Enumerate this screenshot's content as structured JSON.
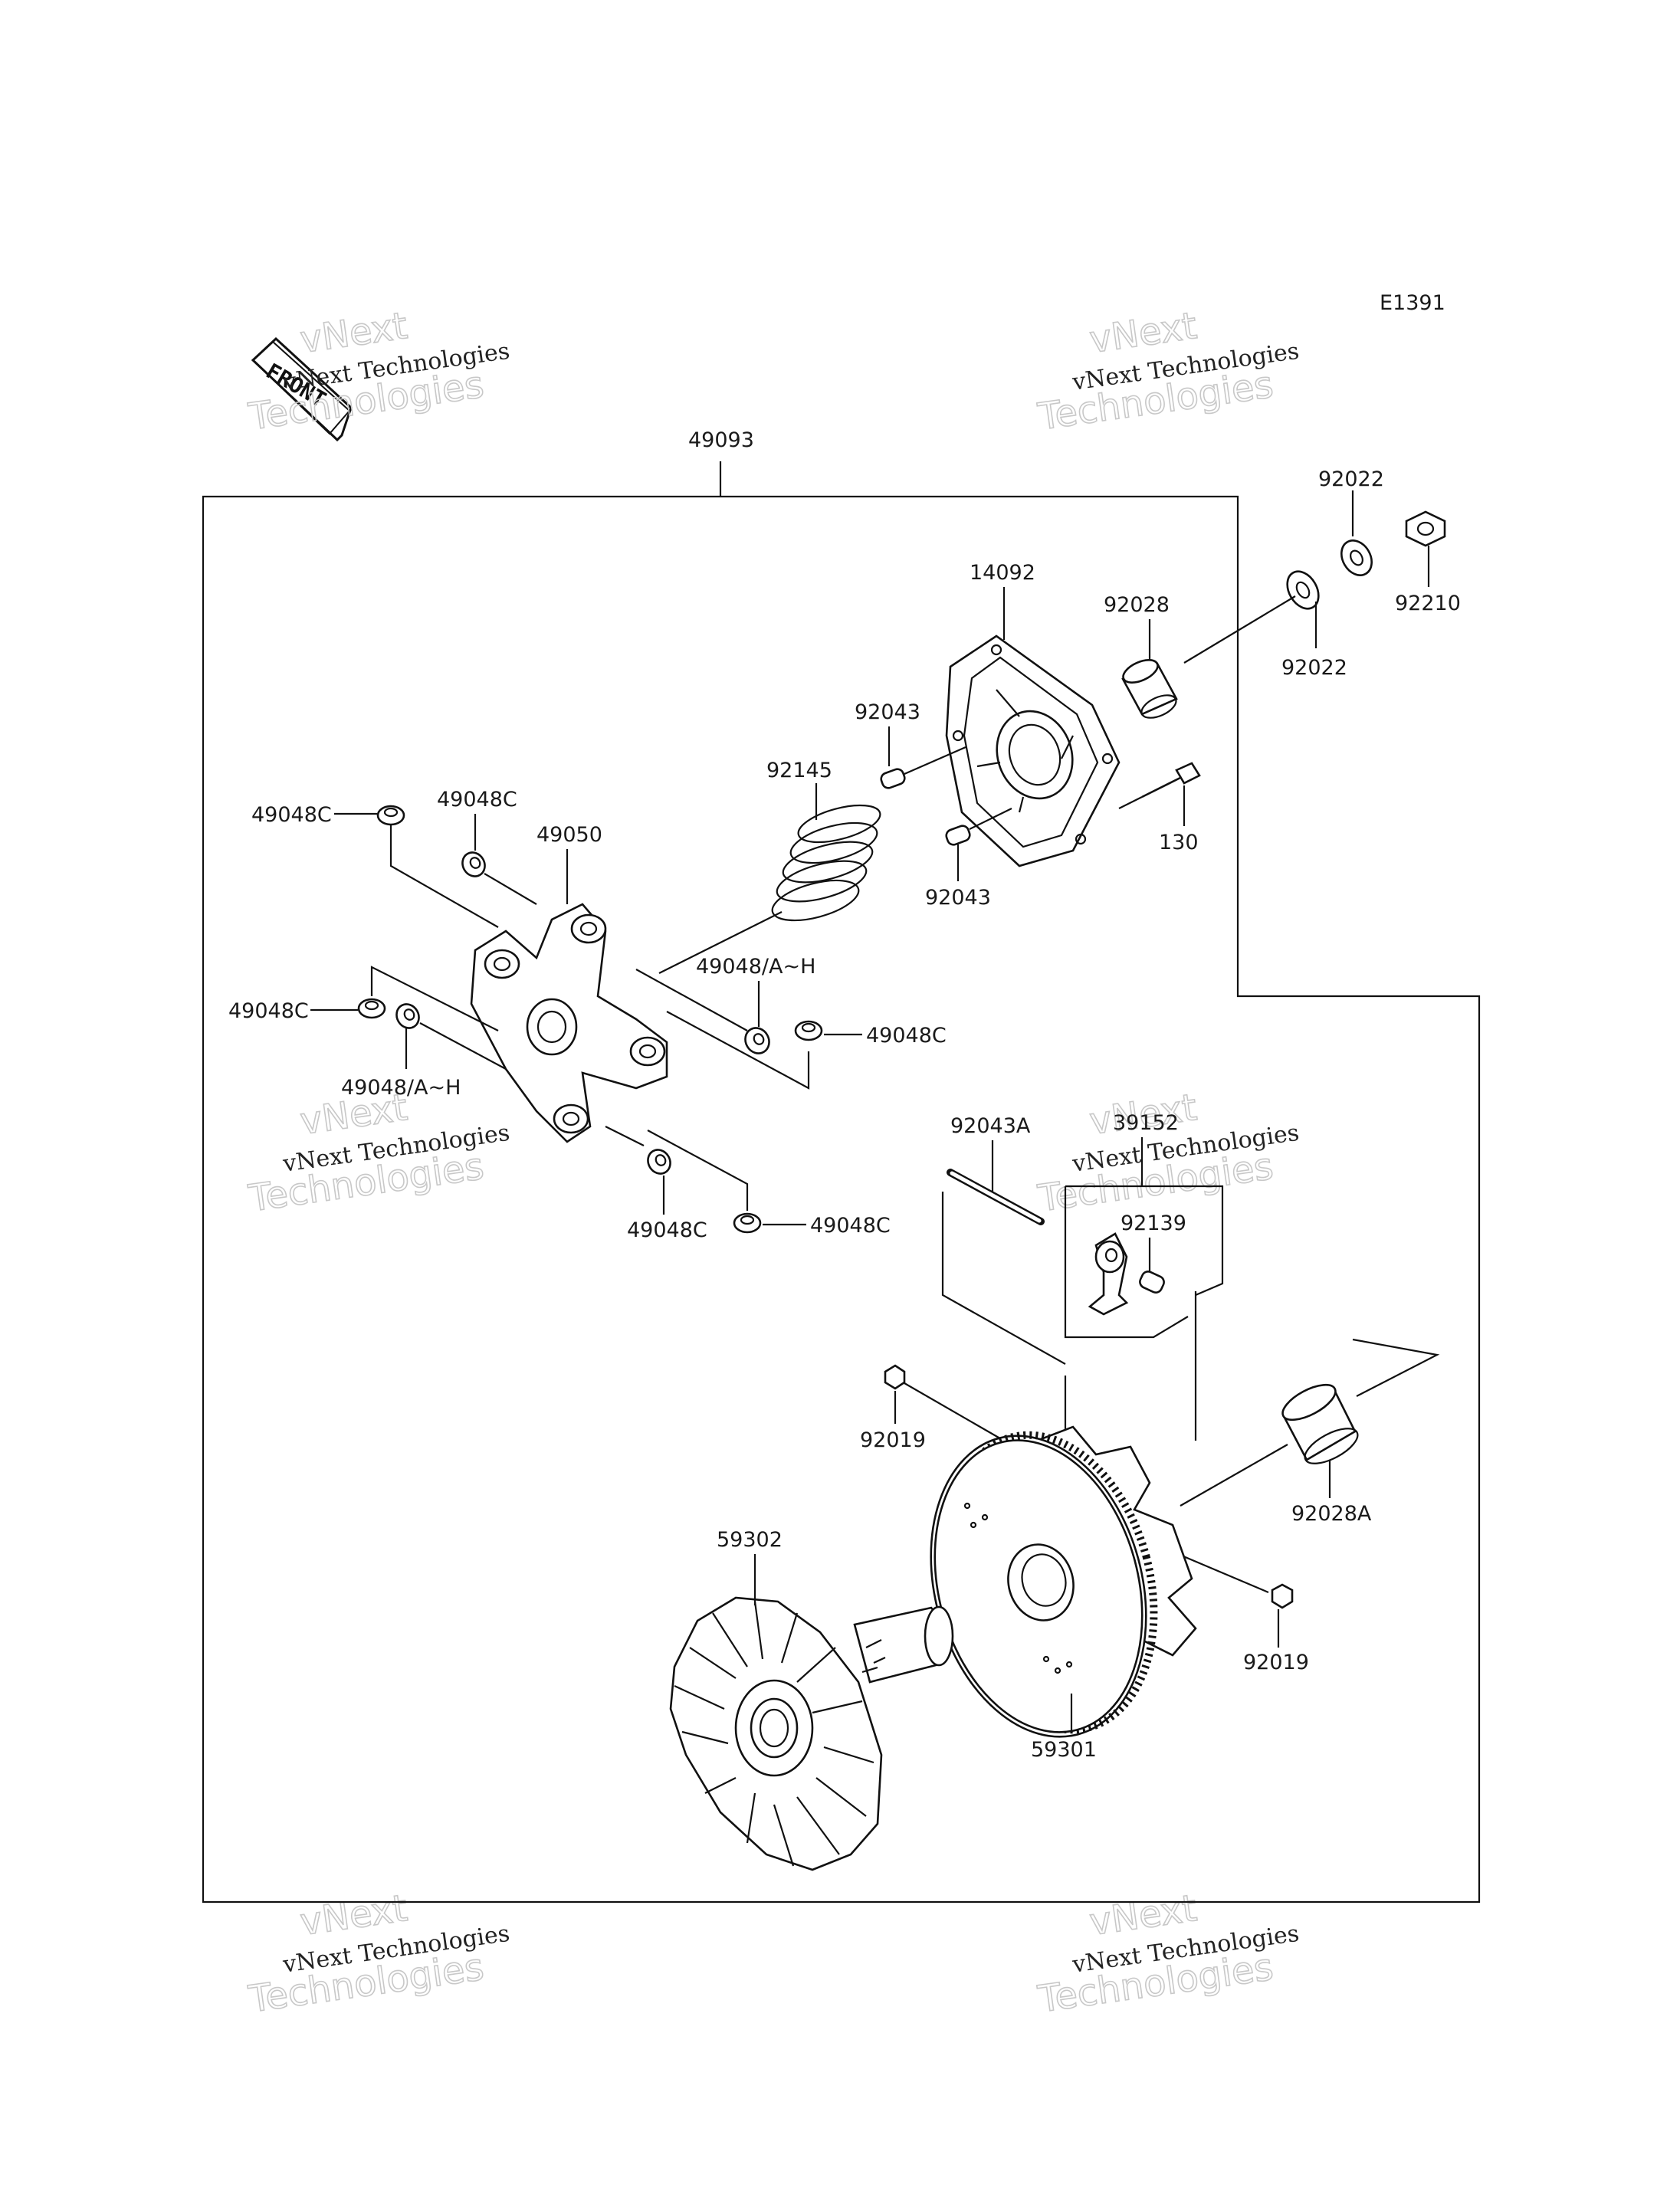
{
  "diagram": {
    "ref_code": "E1391",
    "front_label": "FRONT",
    "watermark_line1": "vNext Technologies",
    "watermark_line2": "vNext",
    "watermark_line3": "Technologies",
    "parts": {
      "p49093": "49093",
      "p92022_top": "92022",
      "p92210": "92210",
      "p92022_low": "92022",
      "p14092": "14092",
      "p92028": "92028",
      "p92043_top": "92043",
      "p92043_low": "92043",
      "p130": "130",
      "p92145": "92145",
      "p49048c_tl": "49048C",
      "p49048c_t2": "49048C",
      "p49050": "49050",
      "p49048ah_r": "49048/A~H",
      "p49048c_ml": "49048C",
      "p49048c_mr": "49048C",
      "p49048ah_l": "49048/A~H",
      "p49048c_b1": "49048C",
      "p49048c_b2": "49048C",
      "p92043a": "92043A",
      "p39152": "39152",
      "p92139": "92139",
      "p92019_t": "92019",
      "p92028a": "92028A",
      "p59302": "59302",
      "p92019_b": "92019",
      "p59301": "59301"
    }
  }
}
